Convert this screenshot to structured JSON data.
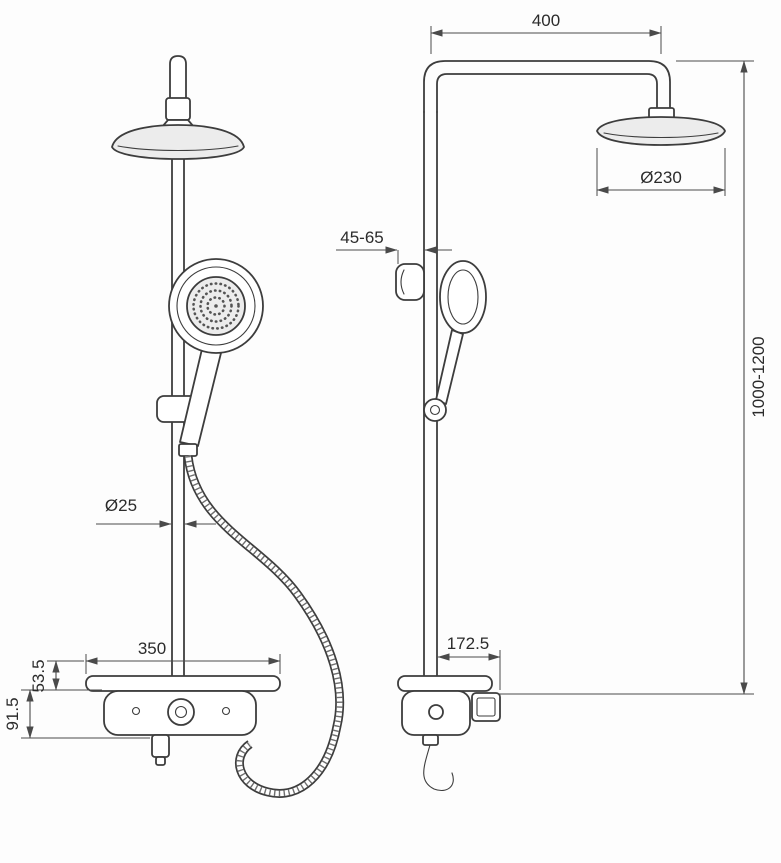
{
  "page": {
    "background": "#fdfdfd",
    "line_color": "#3d3d3d",
    "dimension_color": "#4a4a4a"
  },
  "drawing": {
    "dimensions": {
      "arm_length": "400",
      "head_diameter": "Ø230",
      "wall_clearance": "45-65",
      "height_range": "1000-1200",
      "pipe_diameter": "Ø25",
      "shelf_width": "350",
      "deck_height": "53.5",
      "body_height": "91.5",
      "shelf_depth": "172.5"
    }
  }
}
